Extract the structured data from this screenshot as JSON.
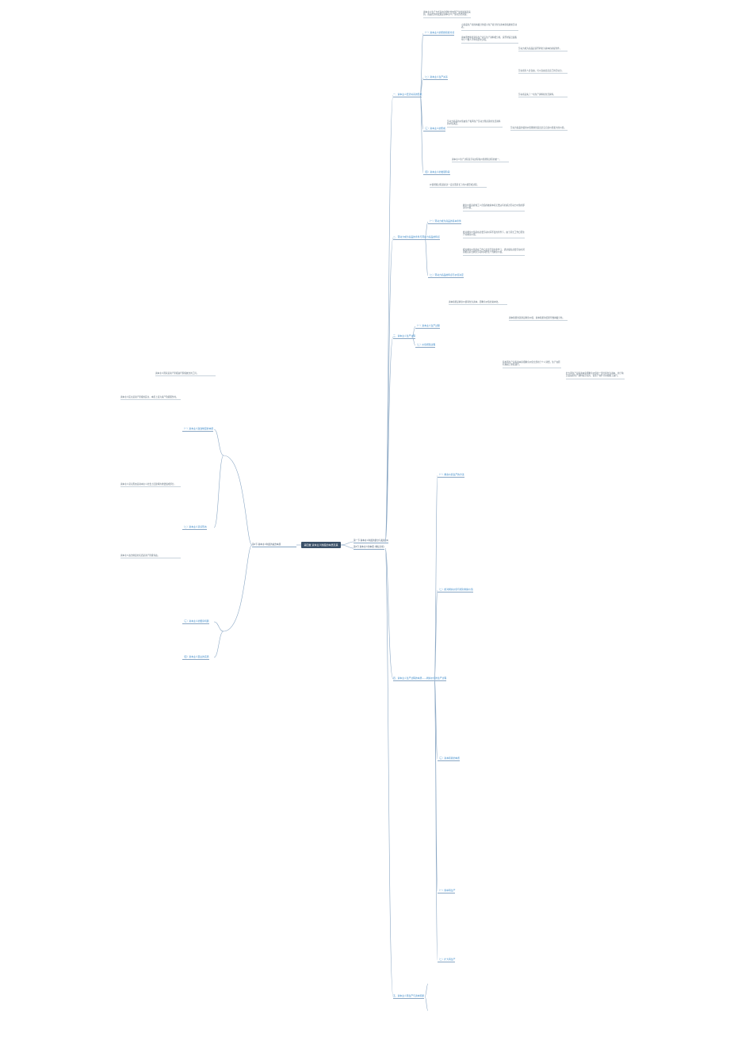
{
  "mindmap": {
    "root": "第四章 资本主义制度的本质及其",
    "left_main": "第2节 资本主义制度的政治本质",
    "right_chapters": [
      {
        "label": "第一节 资本主义制度的建立与发展",
        "badge": "(2)"
      },
      {
        "label": "第2节 资本主义的本质 (特征分析)",
        "badge": ""
      }
    ],
    "right_sections": [
      {
        "label": "一、资本主义经济关系的形成"
      },
      {
        "label": "二、劳动力成为商品的条件与劳动力商品的特点"
      },
      {
        "label": "三、资本主义生产过程"
      },
      {
        "label": "四、资本主义生产过程的本质——剩余价值的生产过程"
      },
      {
        "label": "五、资本主义再生产与资本积累"
      }
    ],
    "right_subsections": [
      {
        "label": "（一）资本主义的原始积累方式"
      },
      {
        "label": "（二）资本主义生产关系"
      },
      {
        "label": "（三）资本主义的形成"
      },
      {
        "label": "（四）资本主义的发展阶段"
      },
      {
        "label": "（一）劳动力成为商品的基本条件"
      },
      {
        "label": "（二）劳动力商品的特点与价值决定"
      },
      {
        "label": "（一）资本主义生产过程"
      },
      {
        "label": "（二）价值增殖过程"
      },
      {
        "label": "（一）剩余价值生产的方法"
      },
      {
        "label": "（二）绝对剩余价值与相对剩余价值"
      },
      {
        "label": "（三）资本积累的本质"
      },
      {
        "label": "（一）简单再生产"
      },
      {
        "label": "（二）扩大再生产"
      }
    ],
    "left_sections": [
      {
        "label": "（一）资本主义政治制度的本质"
      },
      {
        "label": "（二）资本主义意识形态"
      },
      {
        "label": "（三）资本主义的国家机器"
      },
      {
        "label": "（四）资本主义民主的实质"
      }
    ],
    "text_blocks": [
      "资本主义生产方式是在封建社会内部产生和发展起来的。商品经济的发展是资本主义产生的历史前提。",
      "小商品生产者的两极分化使小生产者分化为资本家和雇佣劳动者。",
      "资本原始积累是指生产者与生产资料相分离，货币财富迅速集中于少数人手中的历史过程。",
      "劳动力成为商品是货币转化为资本的前提条件。",
      "劳动者有人身自由，可以自由出卖自己的劳动力。",
      "劳动者丧失了一切生产资料和生活资料。",
      "劳动力商品的价值由生产和再生产劳动力所必需的生活资料的价值决定。",
      "劳动力商品的使用价值能够创造出比它自身价值更大的价值。",
      "资本主义生产过程是劳动过程和价值增殖过程的统一。",
      "价值增殖过程是超过一定点而延长了的价值形成过程。",
      "剩余价值是雇佣工人创造的被资本家无偿占有的超过劳动力价值的那部分价值。",
      "绝对剩余价值是在必要劳动时间不变的条件下，由于延长工作日而生产的剩余价值。",
      "相对剩余价值是在工作日长度不变的条件下，通过缩短必要劳动时间而相应延长剩余劳动时间所生产的剩余价值。",
      "资本积累是剩余价值转化为资本，即剩余价值的资本化。",
      "资本积累的源泉是剩余价值，资本积累的结果导致两极分化。",
      "简单再生产是指资本家把剩余价值全部用于个人消费，生产在原有规模上重复进行。",
      "扩大再生产是指资本家把剩余价值的一部分转化为资本，用于购买追加的生产资料和劳动力，使生产在扩大的规模上进行。",
      "资本主义国家是资产阶级进行阶级统治的工具。",
      "资本主义民主是资产阶级的民主，本质上是为资产阶级服务的。",
      "资本主义意识形态是资本主义社会上层建筑的重要组成部分。",
      "资本主义政治制度的实质是资产阶级专政。"
    ]
  }
}
